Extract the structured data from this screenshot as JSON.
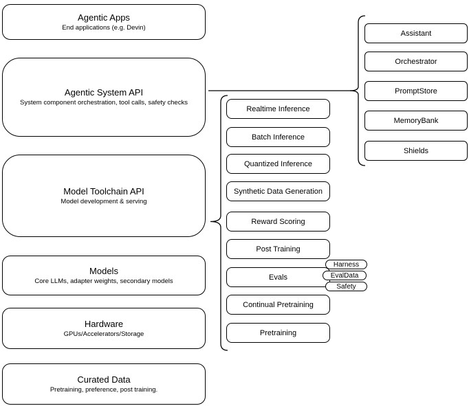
{
  "diagram": {
    "colors": {
      "stroke": "#000000",
      "fill": "#ffffff"
    },
    "stack": [
      {
        "title": "Agentic Apps",
        "subtitle": "End applications (e.g. Devin)"
      },
      {
        "title": "Agentic System API",
        "subtitle": "System component orchestration, tool calls, safety checks"
      },
      {
        "title": "Model Toolchain API",
        "subtitle": "Model development & serving"
      },
      {
        "title": "Models",
        "subtitle": "Core LLMs, adapter weights, secondary models"
      },
      {
        "title": "Hardware",
        "subtitle": "GPUs/Accelerators/Storage"
      },
      {
        "title": "Curated Data",
        "subtitle": "Pretraining, preference, post training."
      }
    ],
    "toolchain_services": [
      {
        "label": "Realtime Inference"
      },
      {
        "label": "Batch Inference"
      },
      {
        "label": "Quantized Inference"
      },
      {
        "label": "Synthetic Data Generation"
      },
      {
        "label": "Reward Scoring"
      },
      {
        "label": "Post Training"
      },
      {
        "label": "Evals"
      },
      {
        "label": "Continual Pretraining"
      },
      {
        "label": "Pretraining"
      }
    ],
    "evals_tags": [
      {
        "label": "Harness"
      },
      {
        "label": "EvalData"
      },
      {
        "label": "Safety"
      }
    ],
    "agentic_components": [
      {
        "label": "Assistant"
      },
      {
        "label": "Orchestrator"
      },
      {
        "label": "PromptStore"
      },
      {
        "label": "MemoryBank"
      },
      {
        "label": "Shields"
      }
    ]
  }
}
